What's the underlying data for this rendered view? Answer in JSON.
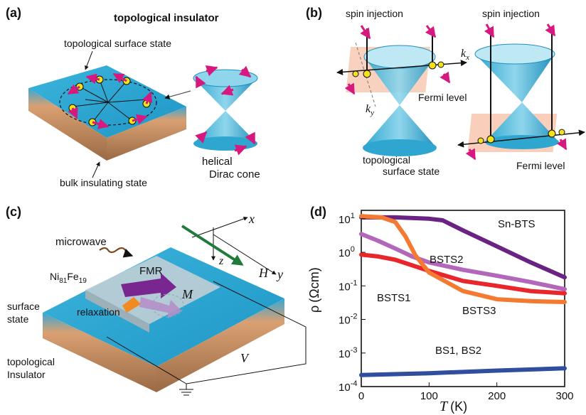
{
  "panel_a": {
    "label": "(a)",
    "title": "topological insulator",
    "surface_state": "topological surface state",
    "bulk_state": "bulk insulating state",
    "cone_line1": "helical",
    "cone_line2": "Dirac cone"
  },
  "panel_b": {
    "label": "(b)",
    "spin_injection_left": "spin injection",
    "spin_injection_right": "spin injection",
    "kx_base": "k",
    "kx_sub": "x",
    "ky_base": "k",
    "ky_sub": "y",
    "fermi_left": "Fermi level",
    "fermi_right": "Fermi level",
    "tss_line1": "topological",
    "tss_line2": "surface state"
  },
  "panel_c": {
    "label": "(c)",
    "microwave": "microwave",
    "nife_ni": "Ni",
    "nife_ni_sub": "81",
    "nife_fe": "Fe",
    "nife_fe_sub": "19",
    "fmr": "FMR",
    "relaxation": "relaxation",
    "surface_line1": "surface",
    "surface_line2": "state",
    "ti_line1": "topological",
    "ti_line2": "Insulator",
    "axis_x": "x",
    "axis_y": "y",
    "axis_z": "z",
    "field_H": "H",
    "magnet_M": "M",
    "voltage_V": "V"
  },
  "chart_data": {
    "type": "line",
    "panel_label": "(d)",
    "xlabel_symbol": "T",
    "xlabel_unit": "(K)",
    "ylabel_symbol": "ρ",
    "ylabel_unit": "(Ωcm)",
    "x_ticks": [
      "0",
      "100",
      "200",
      "300"
    ],
    "y_tick_base": "10",
    "y_tick_exps": [
      "-4",
      "-3",
      "-2",
      "-1",
      "0",
      "1"
    ],
    "xlim": [
      0,
      300
    ],
    "ylim_log10": [
      -4,
      1.25
    ],
    "scale_y": "log",
    "series": [
      {
        "name": "Sn-BTS",
        "color": "#6a2383",
        "x": [
          0,
          50,
          100,
          120,
          150,
          200,
          250,
          300
        ],
        "y": [
          11,
          11,
          10,
          9,
          4.5,
          1.5,
          0.5,
          0.18
        ]
      },
      {
        "name": "BSTS2",
        "color": "#b267bb",
        "x": [
          0,
          25,
          50,
          75,
          100,
          150,
          200,
          250,
          300
        ],
        "y": [
          3.5,
          2.2,
          1.3,
          0.75,
          0.5,
          0.3,
          0.2,
          0.13,
          0.08
        ]
      },
      {
        "name": "BSTS1",
        "color": "#e8262c",
        "x": [
          0,
          25,
          50,
          100,
          150,
          200,
          250,
          300
        ],
        "y": [
          0.85,
          0.75,
          0.6,
          0.28,
          0.14,
          0.1,
          0.07,
          0.06
        ]
      },
      {
        "name": "BSTS3",
        "color": "#f47a31",
        "x": [
          0,
          30,
          50,
          65,
          80,
          100,
          150,
          200,
          250,
          300
        ],
        "y": [
          12,
          11,
          8,
          3,
          0.8,
          0.25,
          0.07,
          0.04,
          0.035,
          0.033
        ]
      },
      {
        "name": "BS1, BS2",
        "color": "#2f4f9e",
        "x": [
          0,
          100,
          200,
          300
        ],
        "y": [
          0.00022,
          0.00025,
          0.0003,
          0.00035
        ]
      }
    ],
    "series_labels": [
      "Sn-BTS",
      "BSTS2",
      "BSTS1",
      "BSTS3",
      "BS1, BS2"
    ]
  }
}
